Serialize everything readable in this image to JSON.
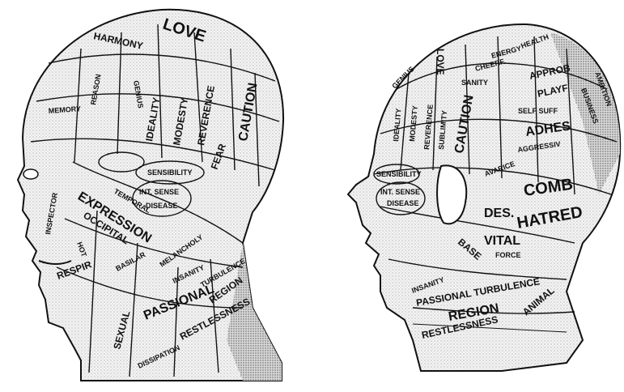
{
  "left_head": {
    "labels": [
      {
        "key": "harmony",
        "text": "HARMONY"
      },
      {
        "key": "love",
        "text": "LOVE"
      },
      {
        "key": "memory",
        "text": "MEMORY"
      },
      {
        "key": "reason",
        "text": "REASON"
      },
      {
        "key": "genius",
        "text": "GENIUS"
      },
      {
        "key": "ideality",
        "text": "IDEALITY"
      },
      {
        "key": "modesty",
        "text": "MODESTY"
      },
      {
        "key": "reverence",
        "text": "REVERENCE"
      },
      {
        "key": "caution",
        "text": "CAUTION"
      },
      {
        "key": "sensibility",
        "text": "SENSIBILITY"
      },
      {
        "key": "fear",
        "text": "FEAR"
      },
      {
        "key": "int_sense",
        "text": "INT. SENSE"
      },
      {
        "key": "disease",
        "text": "DISEASE"
      },
      {
        "key": "expression",
        "text": "EXPRESSION"
      },
      {
        "key": "occipital",
        "text": "OCCIPITAL"
      },
      {
        "key": "temporal",
        "text": "TEMPORAL"
      },
      {
        "key": "basilar",
        "text": "BASILAR"
      },
      {
        "key": "respir",
        "text": "RESPIR"
      },
      {
        "key": "sexual",
        "text": "SEXUAL"
      },
      {
        "key": "insanity",
        "text": "INSANITY"
      },
      {
        "key": "passional",
        "text": "PASSIONAL"
      },
      {
        "key": "region",
        "text": "REGION"
      },
      {
        "key": "restlessness",
        "text": "RESTLESSNESS"
      },
      {
        "key": "turbulence",
        "text": "TURBULENCE"
      },
      {
        "key": "dissipation",
        "text": "DISSIPATION"
      },
      {
        "key": "melancholy",
        "text": "MELANCHOLY"
      },
      {
        "key": "inspector",
        "text": "INSPECTOR"
      },
      {
        "key": "hot",
        "text": "HOT"
      }
    ]
  },
  "right_head": {
    "labels": [
      {
        "key": "love",
        "text": "LOVE"
      },
      {
        "key": "health",
        "text": "HEALTH"
      },
      {
        "key": "energy",
        "text": "ENERGY"
      },
      {
        "key": "cheerf",
        "text": "CHEERF."
      },
      {
        "key": "approb",
        "text": "APPROB"
      },
      {
        "key": "playf",
        "text": "PLAYF"
      },
      {
        "key": "self_suff",
        "text": "SELF SUFF"
      },
      {
        "key": "adhes",
        "text": "ADHES"
      },
      {
        "key": "aggressiv",
        "text": "AGGRESSIV"
      },
      {
        "key": "sanity",
        "text": "SANITY"
      },
      {
        "key": "caution",
        "text": "CAUTION"
      },
      {
        "key": "genius",
        "text": "GENIUS"
      },
      {
        "key": "ideality",
        "text": "IDEALITY"
      },
      {
        "key": "modesty",
        "text": "MODESTY"
      },
      {
        "key": "reverence",
        "text": "REVERENCE"
      },
      {
        "key": "sublimity",
        "text": "SUBLIMITY"
      },
      {
        "key": "sensibility",
        "text": "SENSIBILITY"
      },
      {
        "key": "int_sense",
        "text": "INT. SENSE"
      },
      {
        "key": "disease",
        "text": "DISEASE"
      },
      {
        "key": "avarice",
        "text": "AVARICE"
      },
      {
        "key": "comb",
        "text": "COMB"
      },
      {
        "key": "des",
        "text": "DES."
      },
      {
        "key": "hatred",
        "text": "HATRED"
      },
      {
        "key": "vital",
        "text": "VITAL"
      },
      {
        "key": "force",
        "text": "FORCE"
      },
      {
        "key": "base",
        "text": "BASE"
      },
      {
        "key": "passional",
        "text": "PASSIONAL TURBULENCE"
      },
      {
        "key": "region",
        "text": "REGION"
      },
      {
        "key": "restlessness",
        "text": "RESTLESSNESS"
      },
      {
        "key": "animal",
        "text": "ANIMAL"
      },
      {
        "key": "insanity",
        "text": "INSANITY"
      },
      {
        "key": "ambition",
        "text": "AMBITION"
      },
      {
        "key": "business",
        "text": "BUSINESS"
      }
    ]
  }
}
